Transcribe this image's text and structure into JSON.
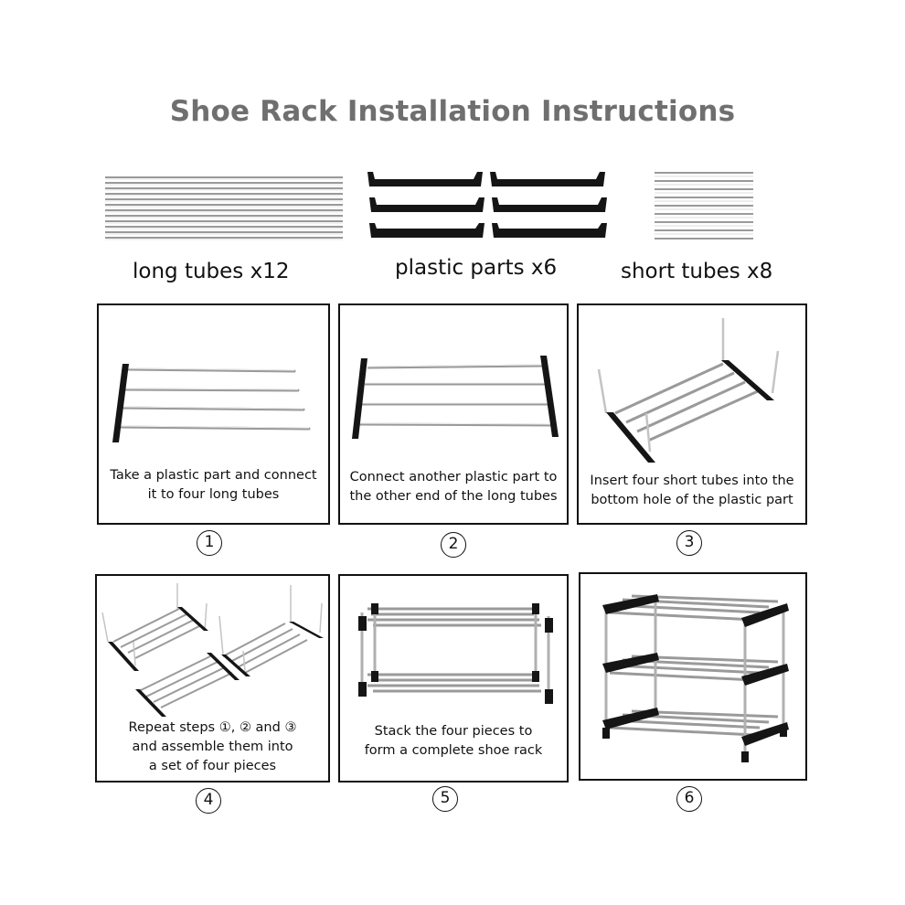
{
  "title": "Shoe Rack Installation Instructions",
  "parts": [
    {
      "label": "long tubes x12",
      "icon": "long-tubes-icon",
      "count": 12
    },
    {
      "label": "plastic parts x6",
      "icon": "plastic-parts-icon",
      "count": 6
    },
    {
      "label": "short tubes x8",
      "icon": "short-tubes-icon",
      "count": 8
    }
  ],
  "steps": [
    {
      "number": "1",
      "caption": "Take a plastic part and connect\nit to four long tubes"
    },
    {
      "number": "2",
      "caption": "Connect another plastic part to\nthe other end of the long tubes"
    },
    {
      "number": "3",
      "caption": "Insert four short tubes into the\nbottom hole of the plastic part"
    },
    {
      "number": "4",
      "caption": "Repeat steps ①, ② and ③\nand assemble them into\na set of four pieces"
    },
    {
      "number": "5",
      "caption": "Stack the four pieces to\nform a complete shoe rack"
    },
    {
      "number": "6",
      "caption": ""
    }
  ],
  "colors": {
    "title": "#6f6f6f",
    "plastic": "#151515",
    "metal": "#9a9a9a"
  }
}
